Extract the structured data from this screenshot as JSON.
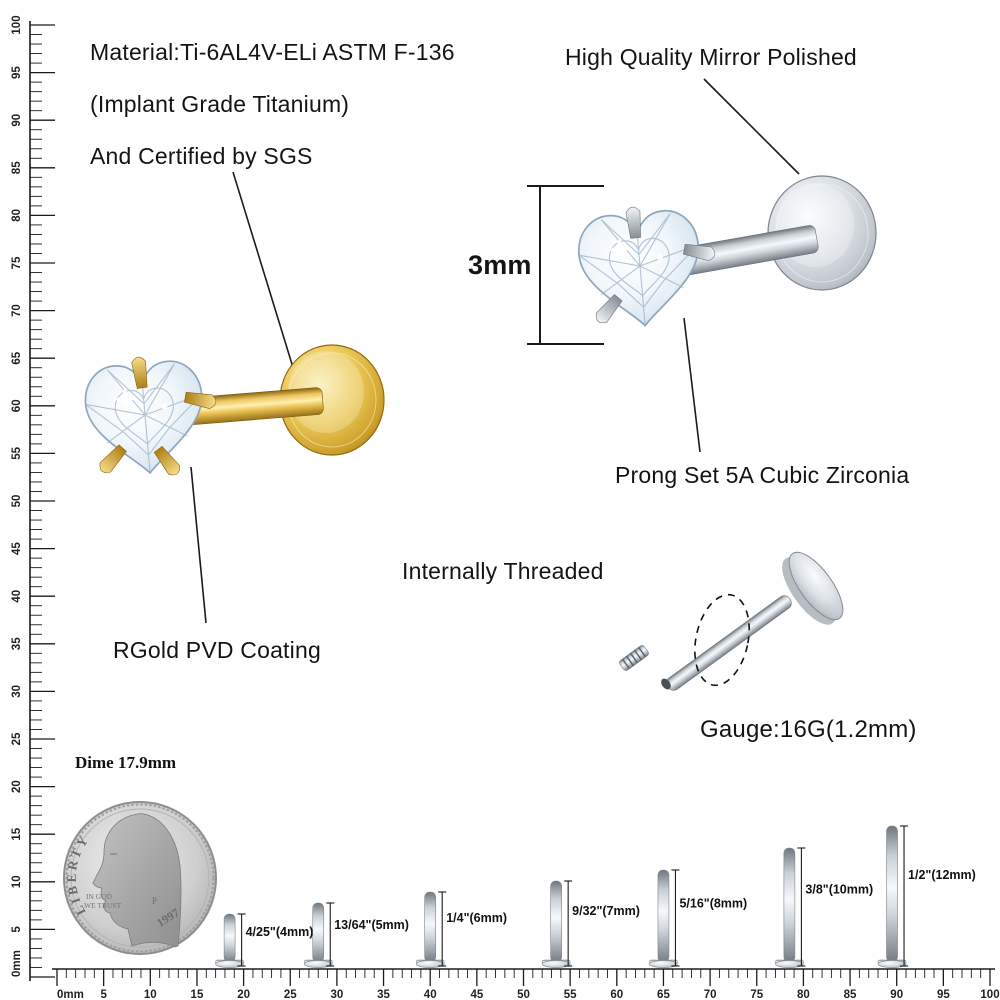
{
  "labels": {
    "material_line1": "Material:Ti-6AL4V-ELi ASTM F-136",
    "material_line2": "(Implant Grade Titanium)",
    "material_line3": "And Certified by SGS",
    "mirror_polished": "High Quality Mirror Polished",
    "gem_size": "3mm",
    "prong_set": "Prong Set 5A Cubic Zirconia",
    "internally_threaded": "Internally Threaded",
    "coating": "RGold PVD Coating",
    "gauge": "Gauge:16G(1.2mm)"
  },
  "dime": {
    "caption": "Dime 17.9mm",
    "liberty": "LIBERTY",
    "motto_line1": "IN GOD",
    "motto_line2": "WE TRUST",
    "mint_mark": "P",
    "year": "1997"
  },
  "rulers": {
    "unit": "mm",
    "min": 0,
    "max": 100,
    "major_step": 5,
    "zero_label": "0mm"
  },
  "size_chart": {
    "items": [
      {
        "label": "4/25\"(4mm)",
        "mm": 4,
        "ruler_mm": 18.5
      },
      {
        "label": "13/64\"(5mm)",
        "mm": 5,
        "ruler_mm": 28
      },
      {
        "label": "1/4\"(6mm)",
        "mm": 6,
        "ruler_mm": 40
      },
      {
        "label": "9/32\"(7mm)",
        "mm": 7,
        "ruler_mm": 53.5
      },
      {
        "label": "5/16\"(8mm)",
        "mm": 8,
        "ruler_mm": 65
      },
      {
        "label": "3/8\"(10mm)",
        "mm": 10,
        "ruler_mm": 78.5
      },
      {
        "label": "1/2\"(12mm)",
        "mm": 12,
        "ruler_mm": 89.5
      }
    ]
  },
  "colors": {
    "gold": "#d9a72f",
    "silver": "#c9ced4",
    "gem": "#e8f0f8",
    "line": "#1b1b1b"
  }
}
